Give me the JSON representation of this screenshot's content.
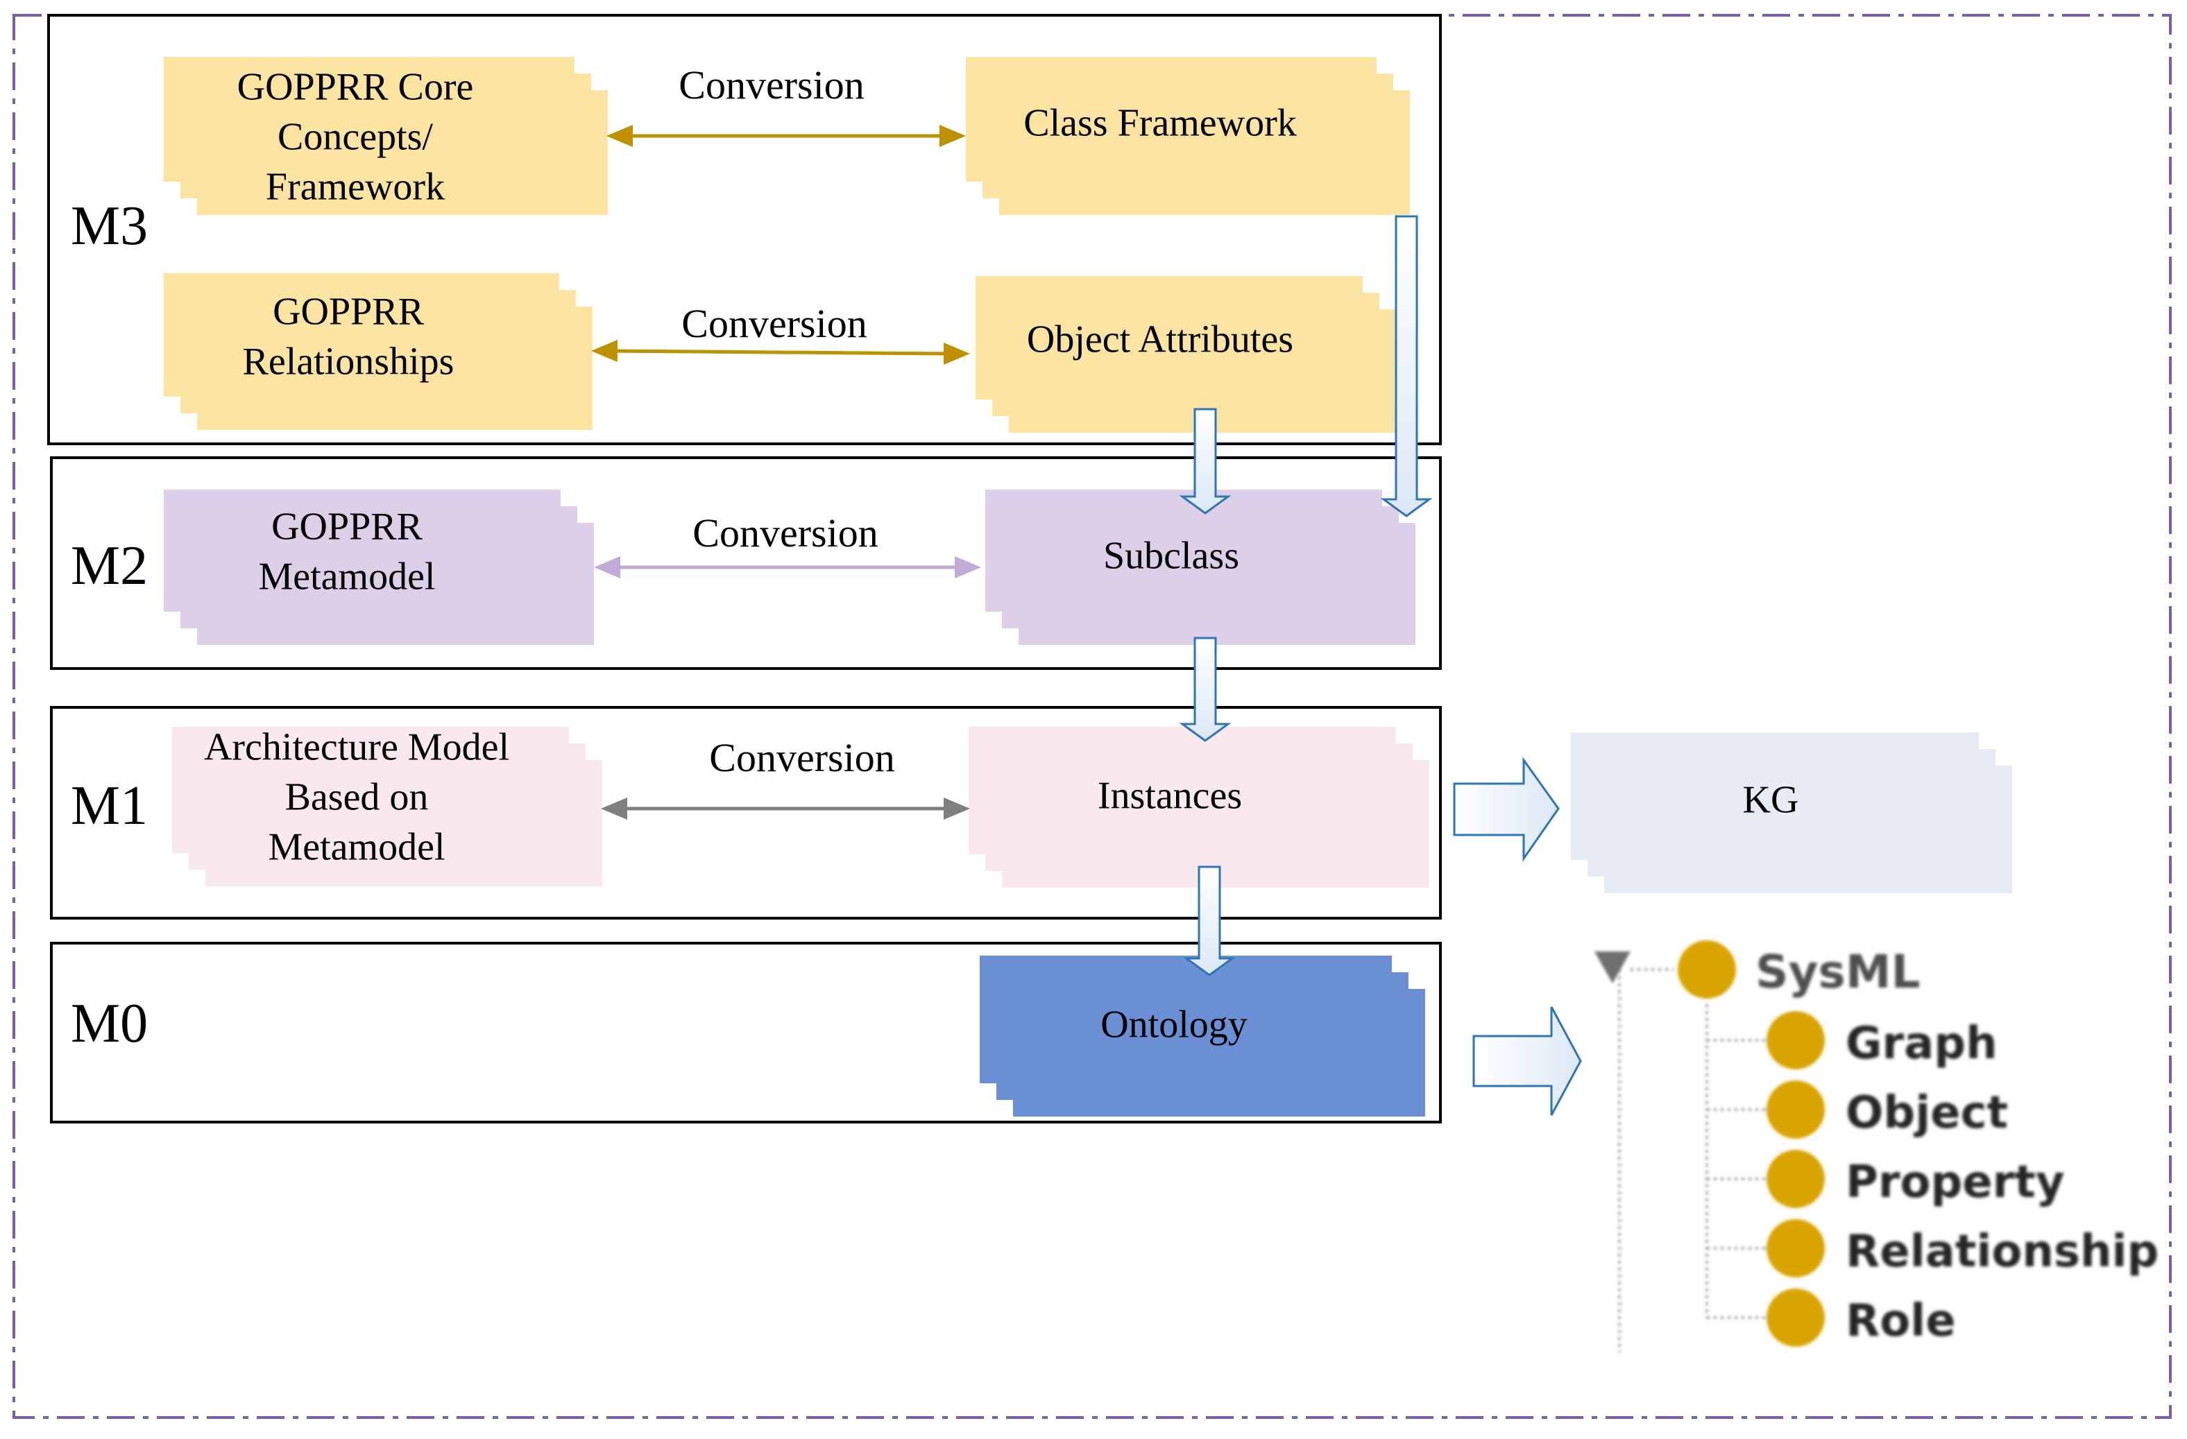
{
  "colors": {
    "m3_box": "#FBE3A2",
    "m2_box": "#DDCFE8",
    "m1_box": "#F9E8EC",
    "m0_box": "#6A8FD4",
    "kg_box": "#E6EBF4",
    "m3_arrow": "#BF9000",
    "m2_arrow": "#C3A9D6",
    "m1_arrow": "#7F7F7F",
    "down_arrow_stroke": "#2E75B6",
    "frame_dash": "#7B5EA7",
    "tree_node": "#D9A400"
  },
  "levels": {
    "m3": "M3",
    "m2": "M2",
    "m1": "M1",
    "m0": "M0"
  },
  "boxes": {
    "core_concepts": [
      "GOPPRR Core",
      "Concepts/",
      "Framework"
    ],
    "class_framework": [
      "Class Framework"
    ],
    "relationships": [
      "GOPPRR",
      "Relationships"
    ],
    "object_attributes": [
      "Object Attributes"
    ],
    "metamodel": [
      "GOPPRR",
      "Metamodel"
    ],
    "subclass": [
      "Subclass"
    ],
    "architecture_model": [
      "Architecture Model",
      "Based on",
      "Metamodel"
    ],
    "instances": [
      "Instances"
    ],
    "ontology": [
      "Ontology"
    ],
    "kg": [
      "KG"
    ]
  },
  "conversions": {
    "m3_top": "Conversion",
    "m3_bottom": "Conversion",
    "m2": "Conversion",
    "m1": "Conversion"
  },
  "tree": {
    "root": "SysML",
    "children": [
      "Graph",
      "Object",
      "Property",
      "Relationship",
      "Role"
    ]
  }
}
